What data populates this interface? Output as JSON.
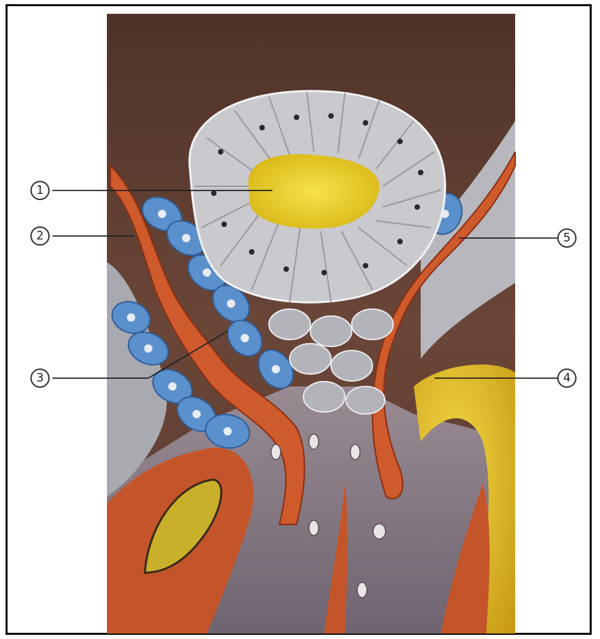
{
  "callouts": [
    {
      "id": 1,
      "label": "1"
    },
    {
      "id": 2,
      "label": "2"
    },
    {
      "id": 3,
      "label": "3"
    },
    {
      "id": 4,
      "label": "4"
    },
    {
      "id": 5,
      "label": "5"
    }
  ],
  "colors": {
    "background": "#5a3a30",
    "lumen": "#f0d11e",
    "epithelium": "#c9c9cd",
    "myoepithelial": "#4f86c6",
    "capillary": "#cf5a2c",
    "adipose": "#e6c21e",
    "stroma": "#8a7c86"
  }
}
